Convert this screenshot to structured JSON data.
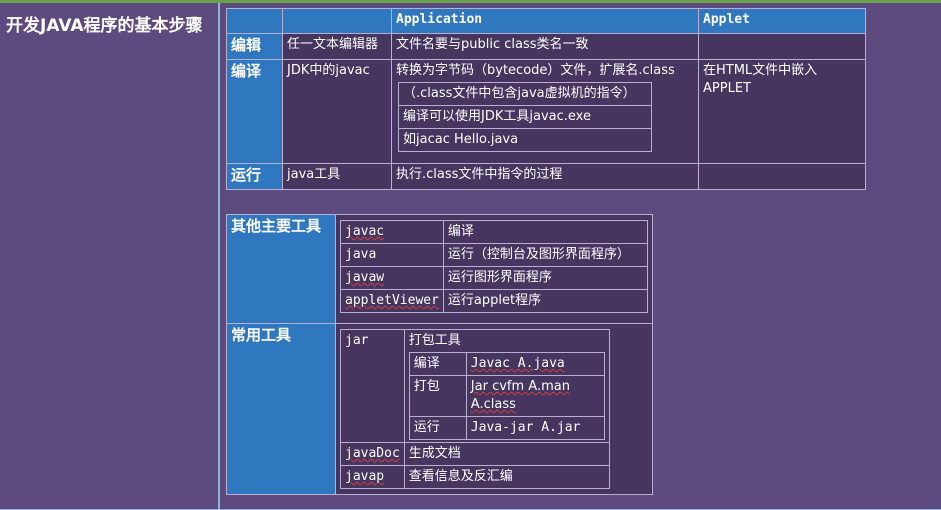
{
  "title": "开发JAVA程序的基本步骤",
  "steps_table": {
    "headers": [
      "",
      "",
      "Application",
      "Applet"
    ],
    "rows": [
      {
        "label": "编辑",
        "tool": "任一文本编辑器",
        "application": "文件名要与public class类名一致",
        "applet": ""
      },
      {
        "label": "编译",
        "tool": "JDK中的javac",
        "application": "转换为字节码（bytecode）文件，扩展名.class",
        "application_sub": [
          "（.class文件中包含java虚拟机的指令）",
          "编译可以使用JDK工具javac.exe",
          "如jacac Hello.java"
        ],
        "applet": "在HTML文件中嵌入APPLET"
      },
      {
        "label": "运行",
        "tool": "java工具",
        "application": "执行.class文件中指令的过程",
        "applet": ""
      }
    ]
  },
  "tools_table": {
    "other_label": "其他主要工具",
    "other_tools": [
      {
        "name": "javac",
        "desc": "编译"
      },
      {
        "name": "java",
        "desc": "运行（控制台及图形界面程序）"
      },
      {
        "name": "javaw",
        "desc": "运行图形界面程序"
      },
      {
        "name": "appletViewer",
        "desc": "运行applet程序"
      }
    ],
    "common_label": "常用工具",
    "jar": {
      "name": "jar",
      "desc": "打包工具",
      "sub": [
        {
          "op": "编译",
          "cmd": "Javac A.java"
        },
        {
          "op": "打包",
          "cmd": "Jar cvfm A.man A.class"
        },
        {
          "op": "运行",
          "cmd": "Java-jar A.jar"
        }
      ]
    },
    "common_tools": [
      {
        "name": "javaDoc",
        "desc": "生成文档"
      },
      {
        "name": "javap",
        "desc": "查看信息及反汇编"
      }
    ]
  }
}
